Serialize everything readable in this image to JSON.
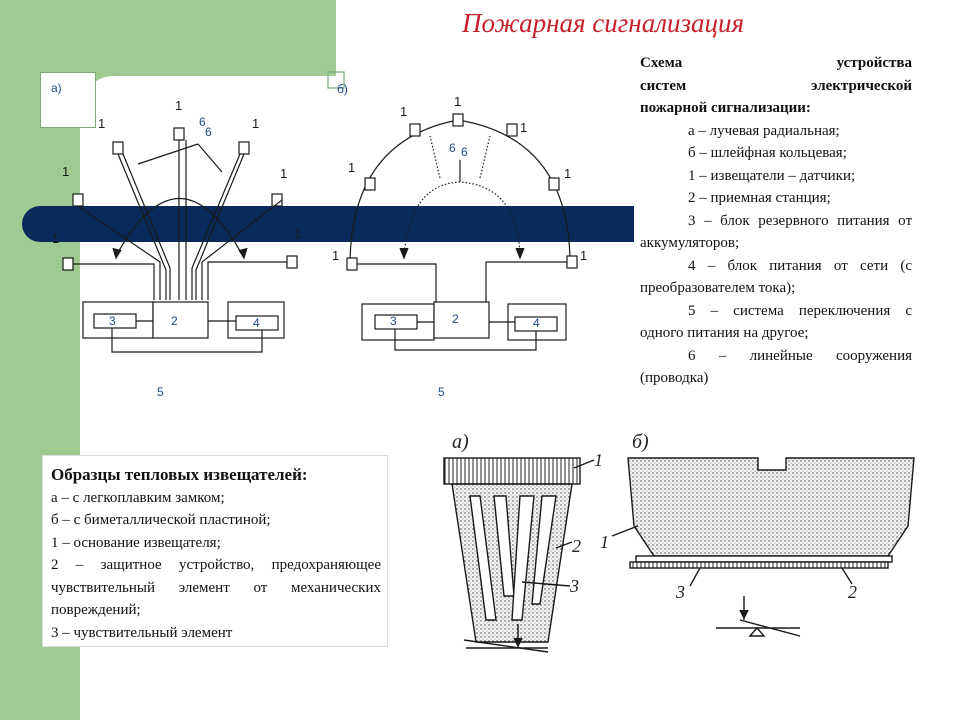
{
  "title": "Пожарная сигнализация",
  "schemes": {
    "a_label": "а)",
    "b_label": "б)",
    "detector_num": "1",
    "line_num": "6",
    "station_num": "2",
    "reserve_num": "3",
    "mains_num": "4",
    "switch_num": "5"
  },
  "legend": {
    "heading": [
      "Схема устройства",
      "систем электрической",
      "пожарной сигнализации:"
    ],
    "items": [
      "а – лучевая радиальная;",
      "б – шлейфная кольцевая;",
      "1 – извещатели – датчики;",
      "2 – приемная станция;",
      "3 – блок резервного питания от аккумуляторов;",
      "4 – блок питания от сети (с преобразователем тока);",
      "5 – система переключения с одного питания на другое;",
      "6 – линейные сооружения (проводка)"
    ]
  },
  "samples": {
    "heading": "Образцы тепловых извещателей:",
    "items": [
      "а – с легкоплавким замком;",
      "б – с биметаллической пластиной;",
      "1 – основание извещателя;",
      "2 – защитное устройство, предохраняющее чувствительный элемент от механических повреждений;",
      "3 – чувствительный элемент"
    ]
  },
  "drawing": {
    "a_label": "а)",
    "b_label": "б)",
    "n1": "1",
    "n2": "2",
    "n3": "3"
  }
}
